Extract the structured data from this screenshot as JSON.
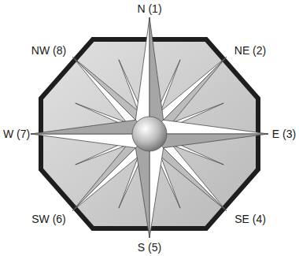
{
  "diagram": {
    "labels": [
      "N (1)",
      "NE (2)",
      "E (3)",
      "SE (4)",
      "S (5)",
      "SW (6)",
      "W (7)",
      "NW (8)"
    ]
  }
}
